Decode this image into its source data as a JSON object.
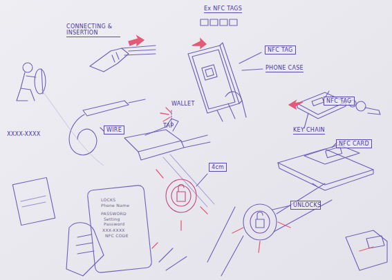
{
  "diagram": {
    "labels": [
      "CONNECTING & INSERTION",
      "Ex NFC TAGS",
      "NFC TAG",
      "PHONE CASE",
      "WIRE",
      "NFC TAG",
      "KEY CHAIN",
      "NFC CARD",
      "WALLET",
      "TAP",
      "4cm",
      "UNLOCKS",
      "LOCKS",
      "Phone Name",
      "PASSWORD",
      "Setting Password",
      "XXX-XXXX",
      "NFC CODE",
      "XXXX-XXXX"
    ]
  }
}
